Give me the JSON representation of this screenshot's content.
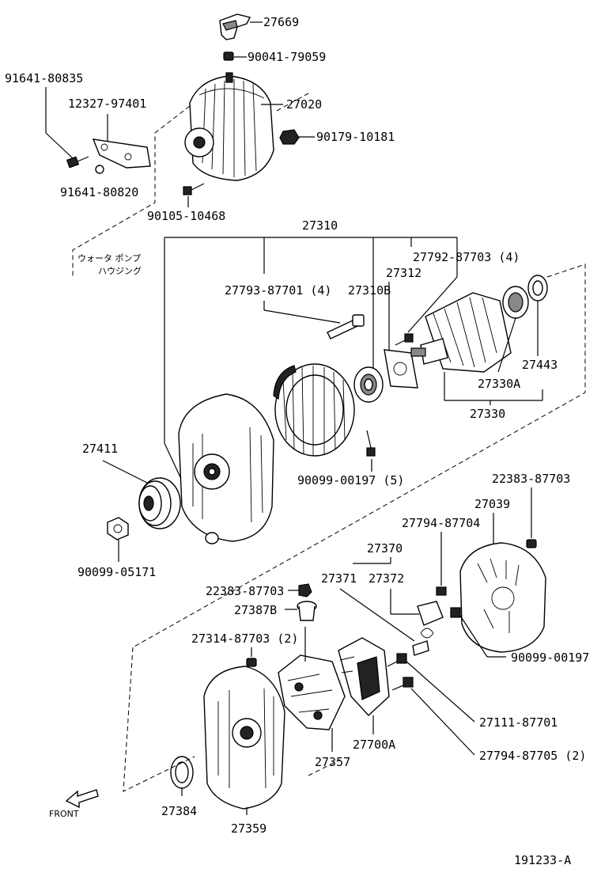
{
  "labels": {
    "p27669": "27669",
    "p90041": "90041-79059",
    "p91641a": "91641-80835",
    "p12327": "12327-97401",
    "p27020": "27020",
    "p90179": "90179-10181",
    "p91641b": "91641-80820",
    "p90105": "90105-10468",
    "p27310": "27310",
    "jp_line1": "ウォータ ポンプ",
    "jp_line2": "ハウジング",
    "p27792": "27792-87703 (4)",
    "p27793": "27793-87701 (4)",
    "p27310B": "27310B",
    "p27312": "27312",
    "p27443": "27443",
    "p27330A": "27330A",
    "p27330": "27330",
    "p27411": "27411",
    "p90099a": "90099-00197 (5)",
    "p22383a": "22383-87703",
    "p27039": "27039",
    "p27794a": "27794-87704",
    "p90099b": "90099-05171",
    "p27370": "27370",
    "p27371": "27371",
    "p27372": "27372",
    "p22383b": "22383-87703",
    "p27387B": "27387B",
    "p90099c": "90099-00197",
    "p27314": "27314-87703 (2)",
    "p27111": "27111-87701",
    "p27700A": "27700A",
    "p27794b": "27794-87705 (2)",
    "p27357": "27357",
    "p27384": "27384",
    "p27359": "27359",
    "front": "FRONT",
    "drawing_no": "191233-A"
  }
}
